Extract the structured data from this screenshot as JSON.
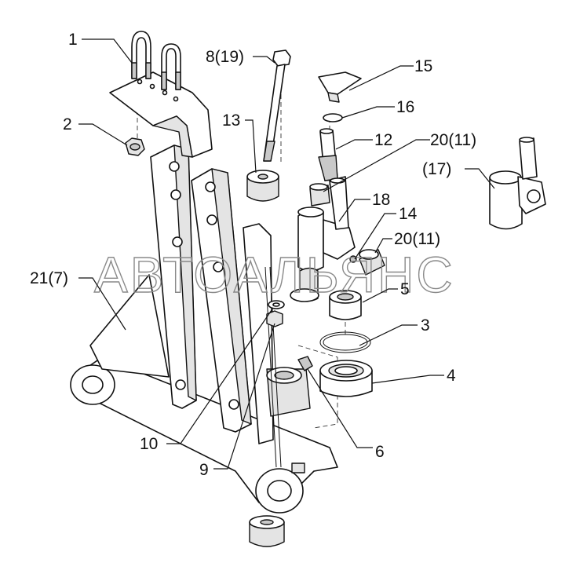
{
  "watermark": "АВТОАЛЬЯНС",
  "callouts": [
    {
      "id": "c1",
      "text": "1"
    },
    {
      "id": "c2",
      "text": "2"
    },
    {
      "id": "c8",
      "text": "8(19)"
    },
    {
      "id": "c13",
      "text": "13"
    },
    {
      "id": "c15",
      "text": "15"
    },
    {
      "id": "c16",
      "text": "16"
    },
    {
      "id": "c12",
      "text": "12"
    },
    {
      "id": "c20a",
      "text": "20(11)"
    },
    {
      "id": "c17",
      "text": "(17)"
    },
    {
      "id": "c18",
      "text": "18"
    },
    {
      "id": "c14",
      "text": "14"
    },
    {
      "id": "c20b",
      "text": "20(11)"
    },
    {
      "id": "c21",
      "text": "21(7)"
    },
    {
      "id": "c5",
      "text": "5"
    },
    {
      "id": "c3",
      "text": "3"
    },
    {
      "id": "c4",
      "text": "4"
    },
    {
      "id": "c10",
      "text": "10"
    },
    {
      "id": "c6",
      "text": "6"
    },
    {
      "id": "c9",
      "text": "9"
    }
  ]
}
